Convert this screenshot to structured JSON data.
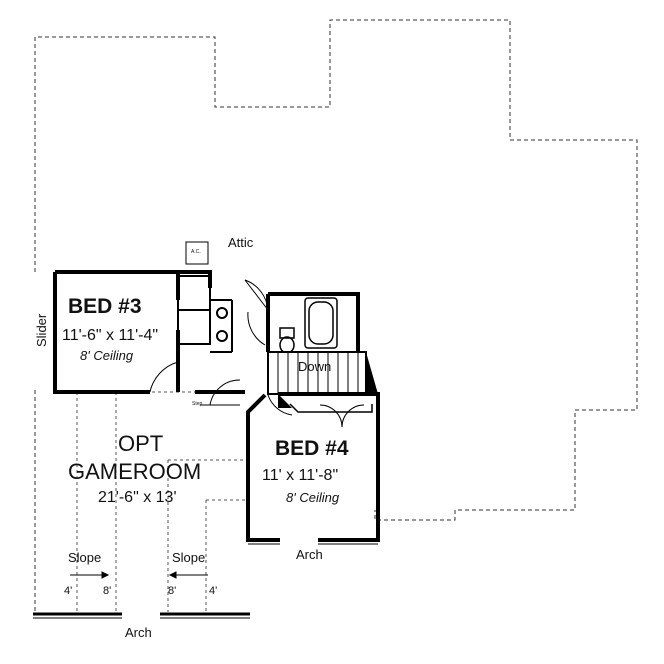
{
  "labels": {
    "attic": "Attic",
    "slider": "Slider",
    "down": "Down",
    "arch_right": "Arch",
    "arch_bottom": "Arch",
    "ac": "A.C.",
    "step": "Step"
  },
  "bed3": {
    "name": "BED #3",
    "size": "11'-6\" x 11'-4\"",
    "ceiling": "8' Ceiling"
  },
  "bed4": {
    "name": "BED #4",
    "size": "11' x 11'-8\"",
    "ceiling": "8' Ceiling"
  },
  "gameroom": {
    "line1": "OPT",
    "line2": "GAMEROOM",
    "size": "21'-6\" x 13'"
  },
  "slopes": [
    {
      "label": "Slope",
      "left": "4'",
      "right": "8'"
    },
    {
      "label": "Slope",
      "left": "8'",
      "right": "4'"
    }
  ]
}
